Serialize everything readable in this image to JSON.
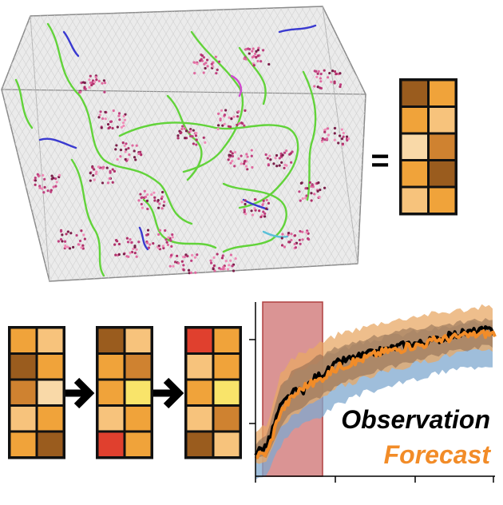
{
  "colors": {
    "c_dark": "#9a5c1e",
    "c_orange": "#f0a33a",
    "c_light": "#f7c37c",
    "c_pale": "#f9d9a8",
    "c_mid": "#cf8230",
    "c_yellow": "#f9e46a",
    "c_red": "#e0402e",
    "observation": "#000000",
    "forecast": "#f28c28",
    "band_orange": "#e8a866",
    "band_blue": "#7fa8cf",
    "highlight": "#c65a5a"
  },
  "equals_sign": "=",
  "grids": {
    "cube_state": [
      "c_dark",
      "c_orange",
      "c_orange",
      "c_light",
      "c_pale",
      "c_mid",
      "c_orange",
      "c_dark",
      "c_light",
      "c_orange"
    ],
    "sequence": [
      [
        "c_orange",
        "c_light",
        "c_dark",
        "c_orange",
        "c_mid",
        "c_pale",
        "c_light",
        "c_orange",
        "c_orange",
        "c_dark"
      ],
      [
        "c_dark",
        "c_light",
        "c_orange",
        "c_mid",
        "c_orange",
        "c_yellow",
        "c_light",
        "c_orange",
        "c_red",
        "c_orange"
      ],
      [
        "c_red",
        "c_orange",
        "c_light",
        "c_orange",
        "c_orange",
        "c_yellow",
        "c_light",
        "c_mid",
        "c_dark",
        "c_light"
      ]
    ]
  },
  "chart_data": {
    "type": "line",
    "legend": [
      "Observation",
      "Forecast"
    ],
    "x": [
      0,
      5,
      10,
      15,
      20,
      25,
      30,
      35,
      40,
      45,
      50,
      55,
      60,
      65,
      70,
      75,
      80,
      85,
      90,
      95,
      100
    ],
    "series": [
      {
        "name": "Observation",
        "values": [
          10,
          15,
          38,
          48,
          50,
          58,
          62,
          68,
          70,
          72,
          74,
          76,
          78,
          80,
          80,
          82,
          84,
          86,
          87,
          88,
          88
        ]
      },
      {
        "name": "Forecast",
        "values": [
          8,
          10,
          35,
          45,
          52,
          55,
          60,
          65,
          67,
          70,
          73,
          75,
          76,
          78,
          79,
          82,
          83,
          84,
          85,
          86,
          86
        ]
      }
    ],
    "band_upper": [
      20,
      25,
      55,
      65,
      70,
      74,
      78,
      82,
      84,
      86,
      88,
      90,
      91,
      93,
      94,
      95,
      96,
      97,
      98,
      99,
      99
    ],
    "band_lower": [
      0,
      2,
      20,
      30,
      34,
      38,
      42,
      48,
      50,
      54,
      56,
      58,
      60,
      62,
      64,
      66,
      68,
      70,
      70,
      72,
      72
    ],
    "highlight_x": [
      3,
      28
    ],
    "ylim": [
      0,
      100
    ],
    "xlim": [
      0,
      100
    ]
  }
}
